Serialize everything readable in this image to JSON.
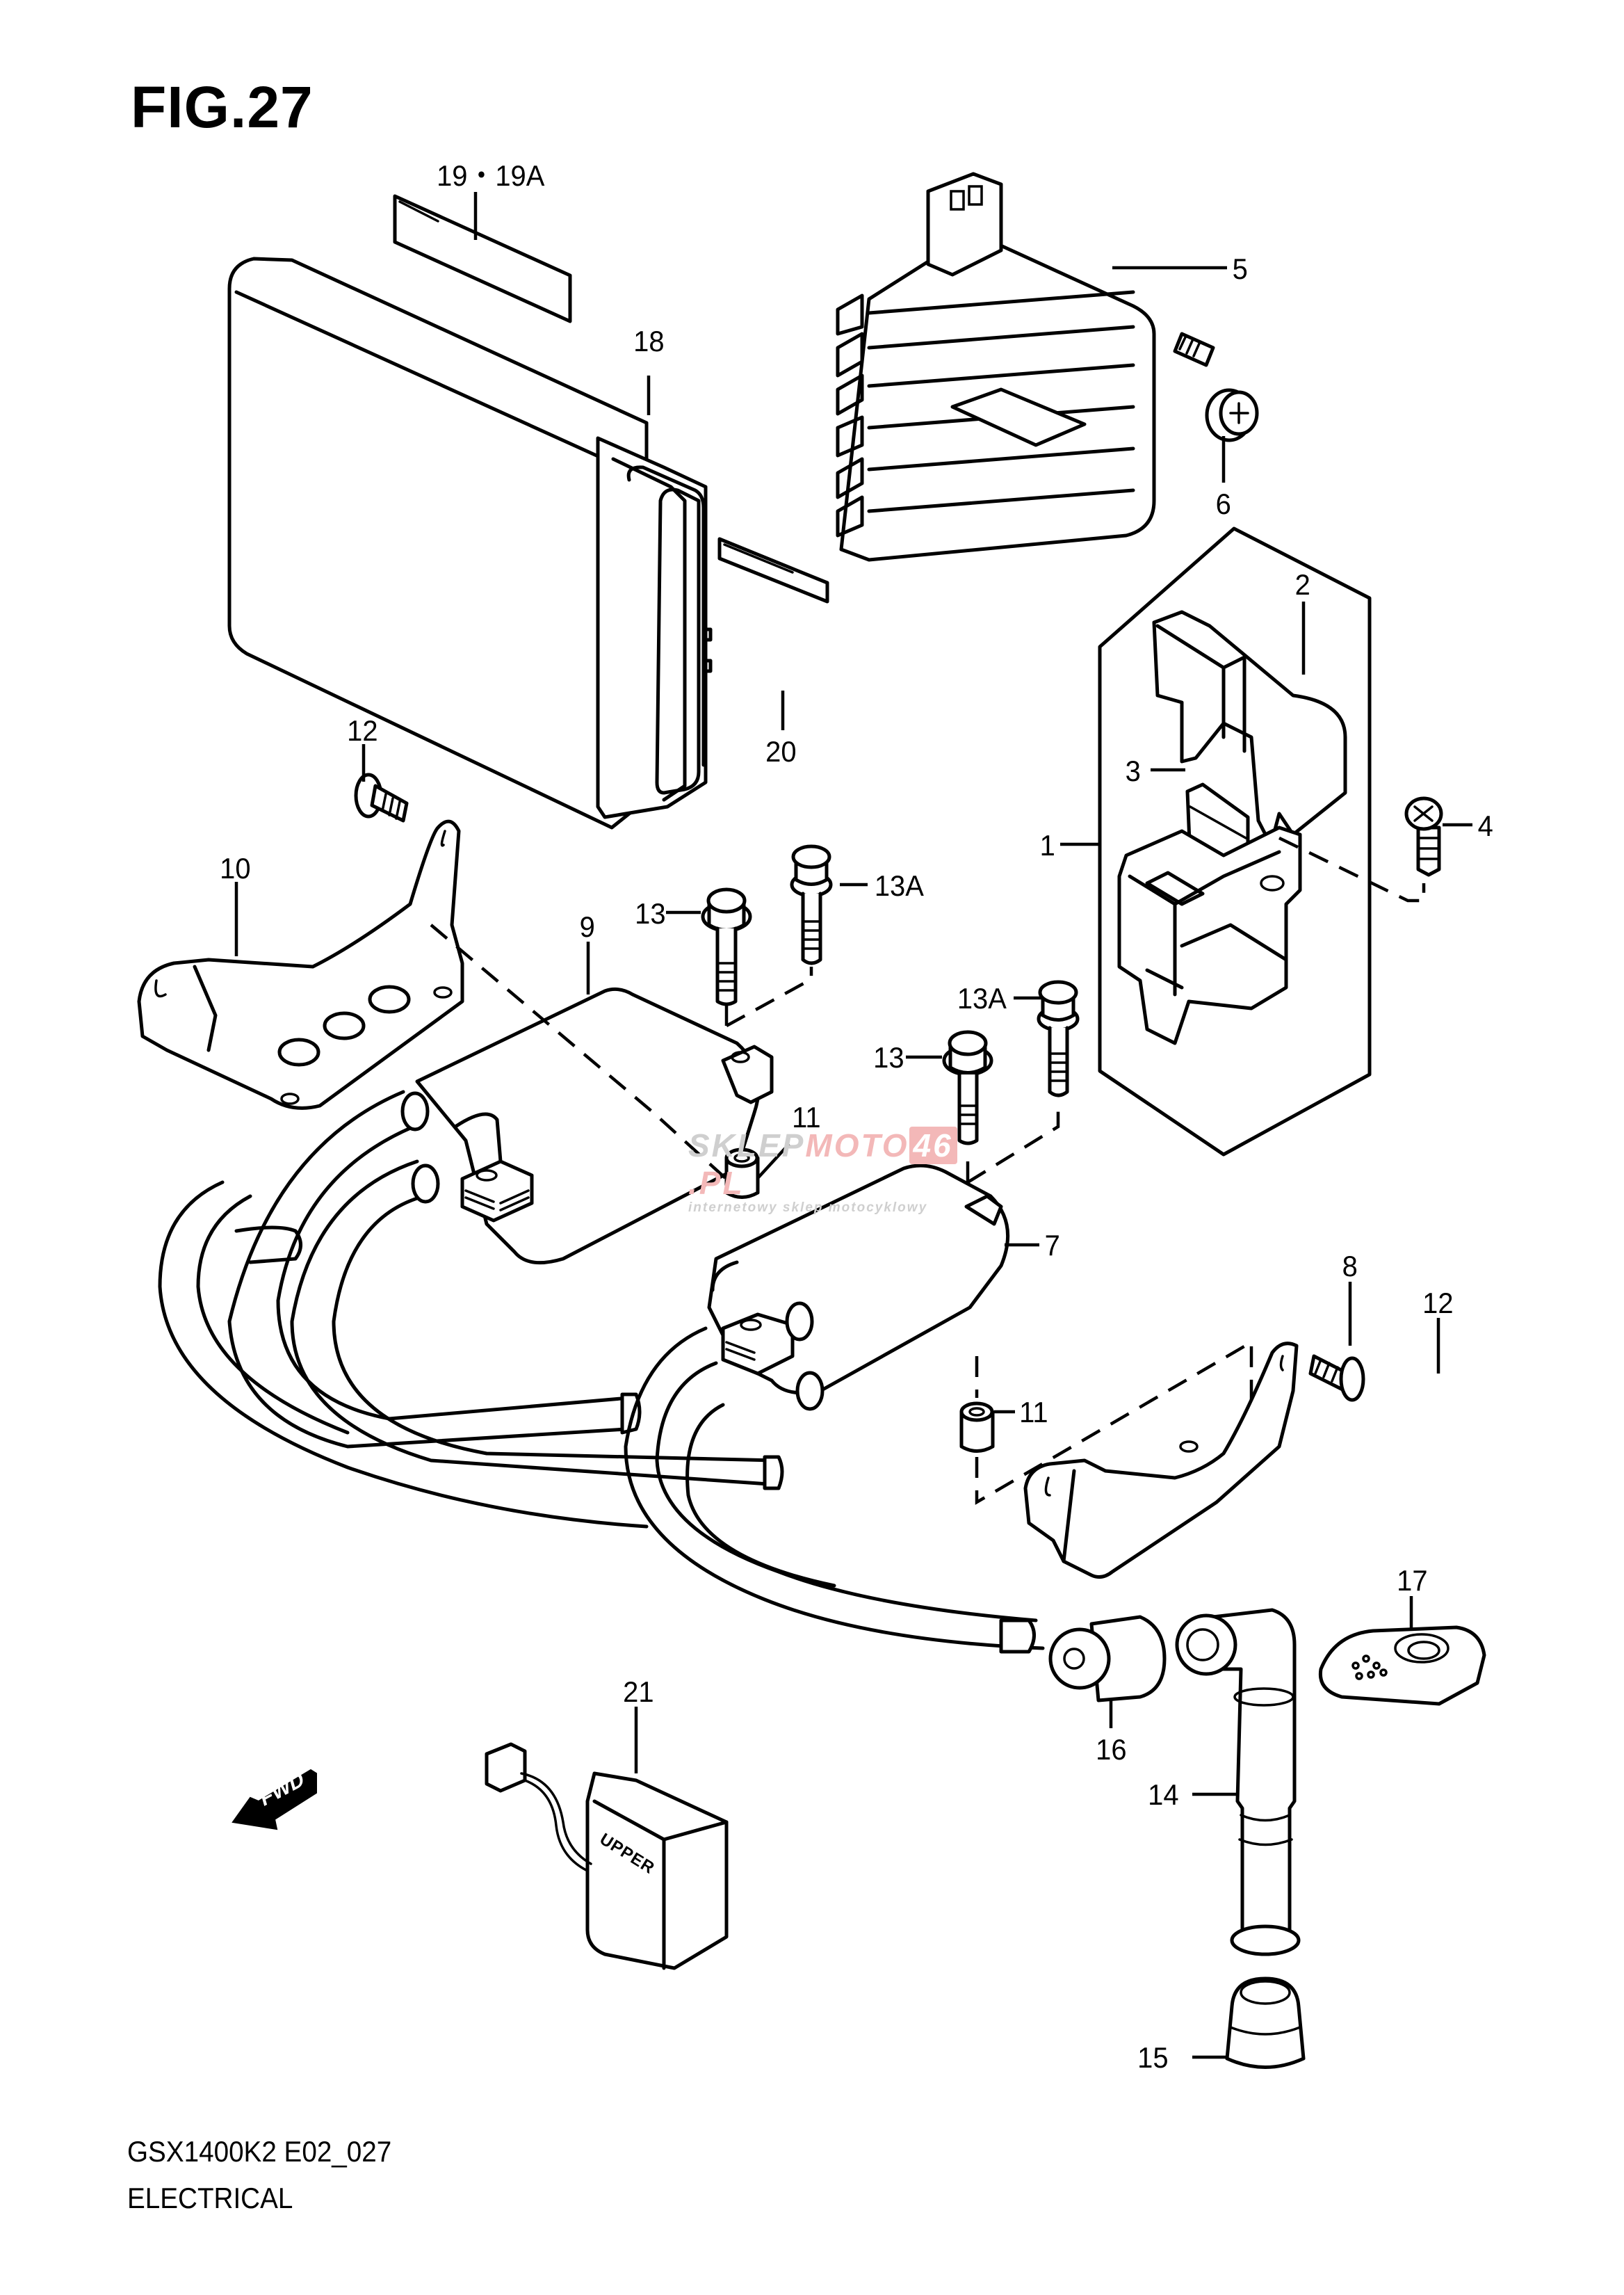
{
  "header": {
    "figure_title": "FIG.27"
  },
  "footer": {
    "model_code": "GSX1400K2 E02_027",
    "section_name": "ELECTRICAL"
  },
  "watermark": {
    "brand_gray": "SKLEP",
    "brand_pink": "MOTO",
    "brand_badge": "46",
    "brand_suffix": ".PL",
    "tagline": "internetowy sklep motocyklowy",
    "colors": {
      "gray": "#cfcfcf",
      "pink": "#f3b8b8"
    }
  },
  "direction_marker": {
    "label": "FWD",
    "icon": "forward-arrow-icon"
  },
  "part_markings": {
    "upper_label": "UPPER"
  },
  "callouts": [
    {
      "id": "c1",
      "label": "1"
    },
    {
      "id": "c2",
      "label": "2"
    },
    {
      "id": "c3",
      "label": "3"
    },
    {
      "id": "c4",
      "label": "4"
    },
    {
      "id": "c5",
      "label": "5"
    },
    {
      "id": "c6",
      "label": "6"
    },
    {
      "id": "c7",
      "label": "7"
    },
    {
      "id": "c8",
      "label": "8"
    },
    {
      "id": "c9",
      "label": "9"
    },
    {
      "id": "c10",
      "label": "10"
    },
    {
      "id": "c11a",
      "label": "11"
    },
    {
      "id": "c11b",
      "label": "11"
    },
    {
      "id": "c12a",
      "label": "12"
    },
    {
      "id": "c12b",
      "label": "12"
    },
    {
      "id": "c13a",
      "label": "13"
    },
    {
      "id": "c13b",
      "label": "13"
    },
    {
      "id": "c13Aa",
      "label": "13A"
    },
    {
      "id": "c13Ab",
      "label": "13A"
    },
    {
      "id": "c14",
      "label": "14"
    },
    {
      "id": "c15",
      "label": "15"
    },
    {
      "id": "c16",
      "label": "16"
    },
    {
      "id": "c17",
      "label": "17"
    },
    {
      "id": "c18",
      "label": "18"
    },
    {
      "id": "c19",
      "label": "19・19A"
    },
    {
      "id": "c20",
      "label": "20"
    },
    {
      "id": "c21",
      "label": "21"
    }
  ]
}
